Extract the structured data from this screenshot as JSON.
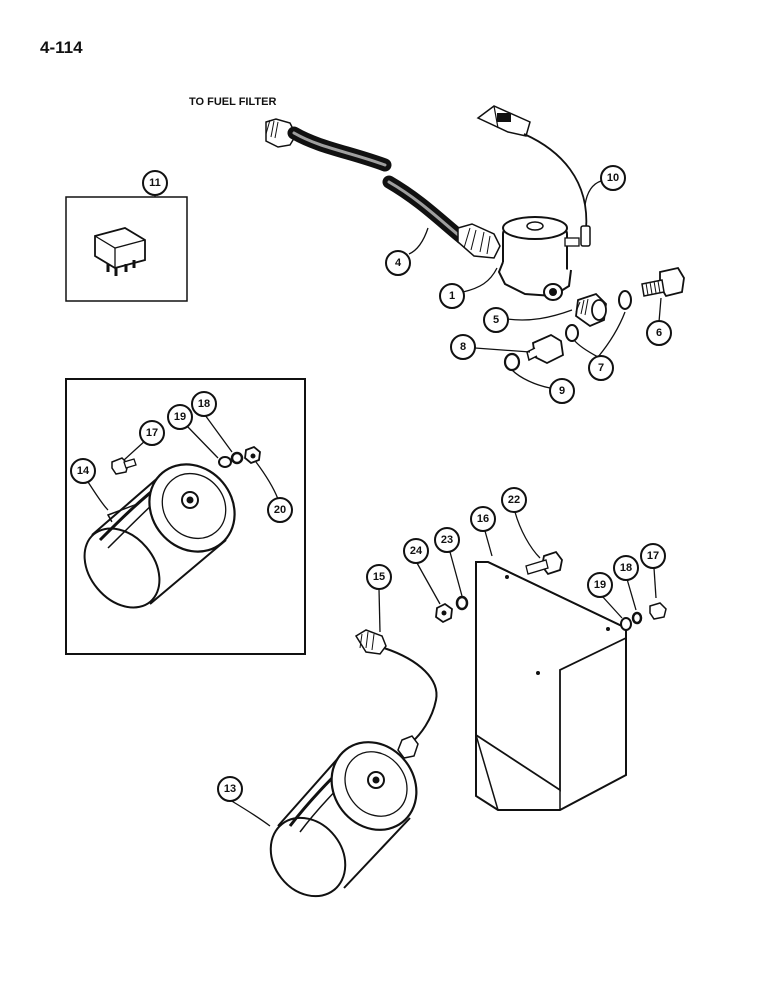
{
  "page": {
    "number": "4-114"
  },
  "labels": {
    "to_fuel_filter": "TO FUEL FILTER"
  },
  "callouts": {
    "c1": "1",
    "c4": "4",
    "c5": "5",
    "c6": "6",
    "c7": "7",
    "c8": "8",
    "c9": "9",
    "c10": "10",
    "c11": "11",
    "c13": "13",
    "c14": "14",
    "c15": "15",
    "c16": "16",
    "c17a": "17",
    "c17b": "17",
    "c18a": "18",
    "c18b": "18",
    "c19a": "19",
    "c19b": "19",
    "c20": "20",
    "c22": "22",
    "c23": "23",
    "c24": "24"
  }
}
